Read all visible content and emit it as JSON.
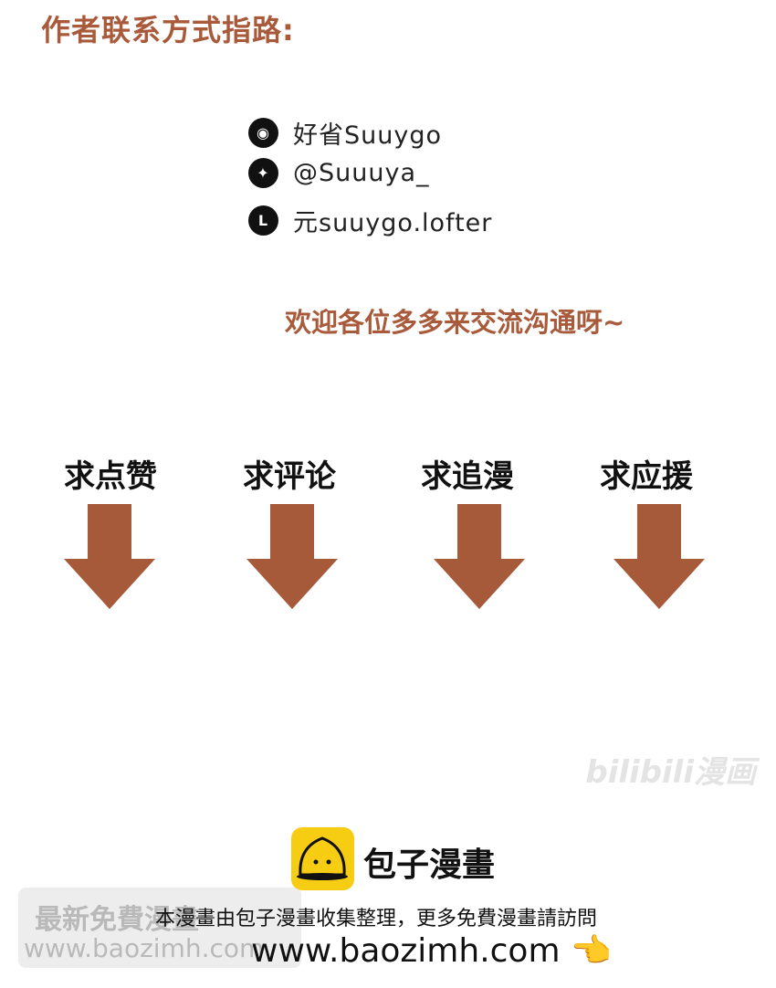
{
  "title": "作者联系方式指路:",
  "contacts": [
    {
      "icon": "weibo-icon",
      "text": "好省Suuygo"
    },
    {
      "icon": "twitter-icon",
      "text": "@Suuuya_"
    },
    {
      "icon": "lofter-icon",
      "text": "元suuygo.lofter"
    }
  ],
  "welcome": "欢迎各位多多来交流沟通呀~",
  "asks": [
    "求点赞",
    "求评论",
    "求追漫",
    "求应援"
  ],
  "accent_color": "#a65a3a",
  "watermark": "bilibili漫画",
  "footer": {
    "brand": "包子漫畫",
    "notice": "本漫畫由包子漫畫收集整理，更多免費漫畫請訪問",
    "url": "www.baozimh.com",
    "overlay_line1": "最新免費漫畫",
    "overlay_line2": "www.baozimh.com"
  }
}
